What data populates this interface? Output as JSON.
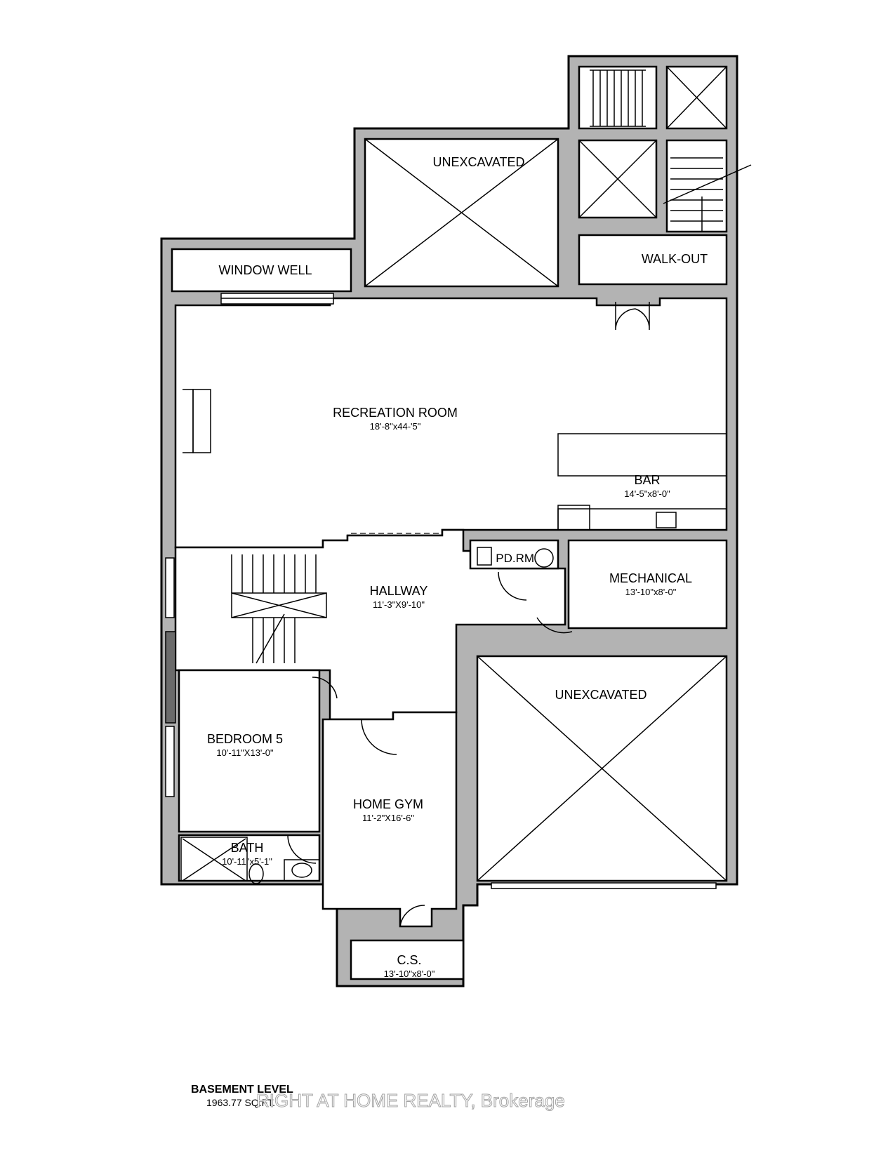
{
  "plan": {
    "rooms": [
      {
        "id": "unexcavated-top",
        "name": "UNEXCAVATED",
        "dims": ""
      },
      {
        "id": "window-well",
        "name": "WINDOW WELL",
        "dims": ""
      },
      {
        "id": "walk-out",
        "name": "WALK-OUT",
        "dims": ""
      },
      {
        "id": "recreation-room",
        "name": "RECREATION ROOM",
        "dims": "18'-8\"x44-'5\""
      },
      {
        "id": "bar",
        "name": "BAR",
        "dims": "14'-5\"x8'-0\""
      },
      {
        "id": "pd-rm",
        "name": "PD.RM.",
        "dims": ""
      },
      {
        "id": "hallway",
        "name": "HALLWAY",
        "dims": "11'-3\"X9'-10\""
      },
      {
        "id": "mechanical",
        "name": "MECHANICAL",
        "dims": "13'-10\"x8'-0\""
      },
      {
        "id": "unexcavated-bottom",
        "name": "UNEXCAVATED",
        "dims": ""
      },
      {
        "id": "bedroom-5",
        "name": "BEDROOM 5",
        "dims": "10'-11\"X13'-0\""
      },
      {
        "id": "home-gym",
        "name": "HOME GYM",
        "dims": "11'-2\"X16'-6\""
      },
      {
        "id": "bath",
        "name": "BATH",
        "dims": "10'-11\"x5'-1\""
      },
      {
        "id": "cs",
        "name": "C.S.",
        "dims": "13'-10\"x8'-0\""
      }
    ]
  },
  "footer": {
    "level": "BASEMENT LEVEL",
    "area": "1963.77 SQ.FT.",
    "watermark": "RIGHT AT HOME REALTY, Brokerage"
  }
}
